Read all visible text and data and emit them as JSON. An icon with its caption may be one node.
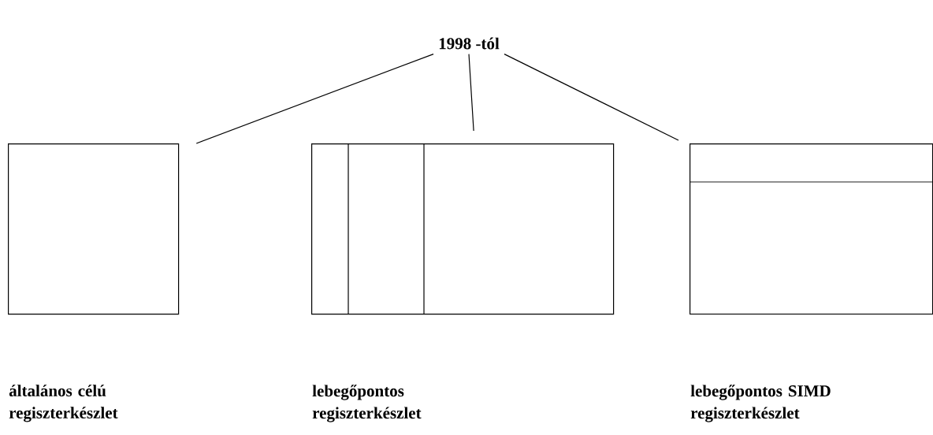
{
  "diagram": {
    "nodes": [
      {
        "text": [
          "1998 -tól"
        ]
      },
      {
        "text": [],
        "shape": "box"
      },
      {
        "text": [],
        "shape": "box"
      },
      {
        "text": [],
        "shape": "box"
      }
    ],
    "edges": [
      {
        "from": 0,
        "to": 1,
        "arrow": "none"
      },
      {
        "from": 0,
        "to": 2,
        "arrow": "none"
      },
      {
        "from": 0,
        "to": 3,
        "arrow": "none"
      }
    ],
    "labels": [
      "általános célú regiszterkészlet",
      "lebegőpontos regiszterkészlet",
      "lebegőpontos SIMD regiszterkészlet"
    ]
  }
}
